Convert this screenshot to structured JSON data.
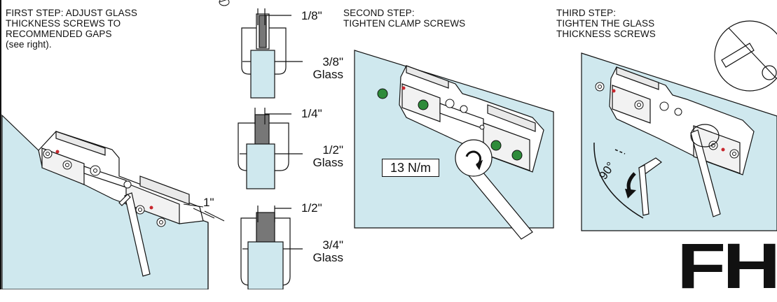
{
  "steps": {
    "first": {
      "lines": [
        "FIRST STEP: ADJUST GLASS",
        "THICKNESS SCREWS TO",
        "RECOMMENDED GAPS",
        "(see right)."
      ]
    },
    "second": {
      "lines": [
        "SECOND STEP:",
        "TIGHTEN CLAMP SCREWS"
      ],
      "torque_label": "13 N/m"
    },
    "third": {
      "lines": [
        "THIRD STEP:",
        "TIGHTEN THE GLASS",
        "THICKNESS SCREWS"
      ],
      "angle_label": "90°"
    }
  },
  "gaps": [
    {
      "gap": "1/8\"",
      "glass_size": "3/8\"",
      "glass_word": "Glass"
    },
    {
      "gap": "1/4\"",
      "glass_size": "1/2\"",
      "glass_word": "Glass"
    },
    {
      "gap": "1/2\"",
      "glass_size": "3/4\"",
      "glass_word": "Glass"
    }
  ],
  "edge_offset_label": "1\"",
  "logo_text": "FH",
  "colors": {
    "glass": "#cfe8ee",
    "screw_green": "#2e8b3a",
    "screw_red": "#c8272d",
    "ink": "#111111"
  }
}
